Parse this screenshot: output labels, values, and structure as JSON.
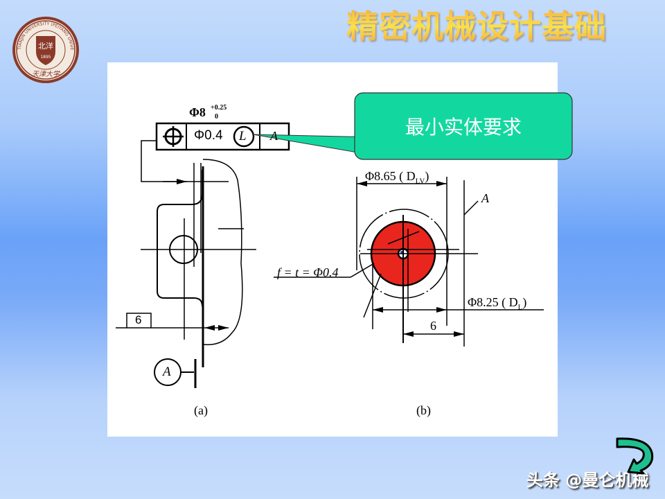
{
  "slide": {
    "title": "精密机械设计基础",
    "logo": {
      "name": "tianjin-university-seal",
      "ring_text": "TIANJIN UNIVERSITY (PEIYANG UNIVERSITY)",
      "year": "1895",
      "shield_text": "北洋",
      "bottom_text": "天津大学",
      "color": "#8b3a2a"
    },
    "callout": {
      "text": "最小实体要求",
      "color": "#12d8a0"
    },
    "figure_a": {
      "caption": "(a)",
      "tolerance_size": "Φ8",
      "upper_deviation": "+0.25",
      "lower_deviation": "0",
      "frame": {
        "symbol": "position-icon",
        "tolerance": "Φ0.4",
        "modifier": "L",
        "datum": "A"
      },
      "basic_dimension": "6",
      "datum_label": "A"
    },
    "figure_b": {
      "caption": "(b)",
      "dim_lv": "Φ8.65 ( D",
      "dim_lv_sub": "LV",
      "datum_label": "A",
      "f_t": "f = t = Φ0.4",
      "dim_l": "Φ8.25 ( D",
      "dim_l_sub": "L",
      "dimension": "6",
      "zone_color": "#e8261e"
    },
    "watermark": "头条 @曼仑机械",
    "nav": {
      "return_icon": "return-arrow-icon",
      "color": "#1fbf8f"
    }
  }
}
